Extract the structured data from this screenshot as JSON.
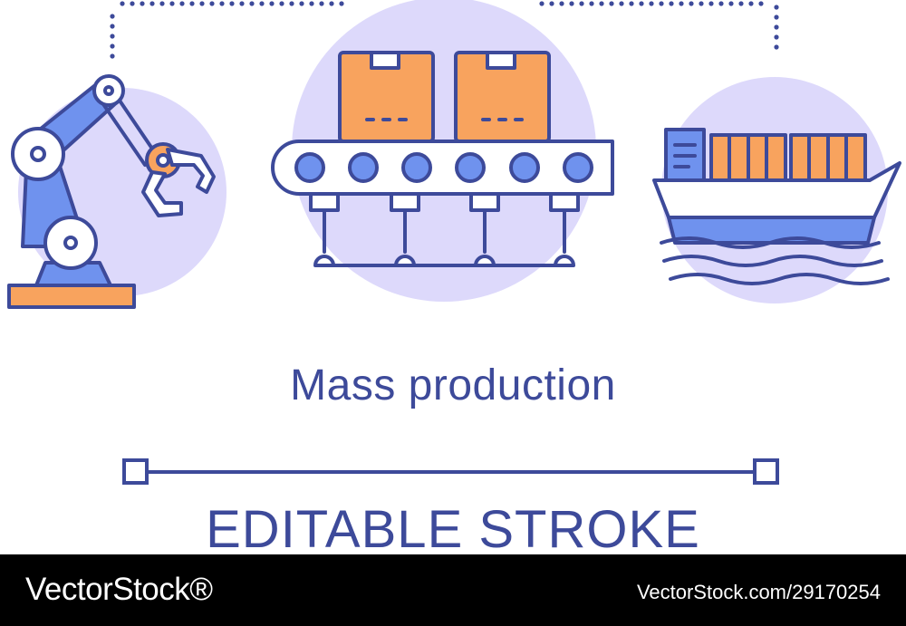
{
  "illustration": {
    "title": "Mass production",
    "subtitle": "EDITABLE STROKE",
    "icons": [
      "robotic-arm-icon",
      "conveyor-belt-icon",
      "cargo-ship-icon"
    ],
    "colors": {
      "outline": "#3d4a9a",
      "circle_background": "#ddd9fb",
      "accent_orange": "#f8a35e",
      "accent_blue": "#6f92ee"
    }
  },
  "footer": {
    "brand": "VectorStock®",
    "image_credit": "VectorStock.com/29170254"
  }
}
